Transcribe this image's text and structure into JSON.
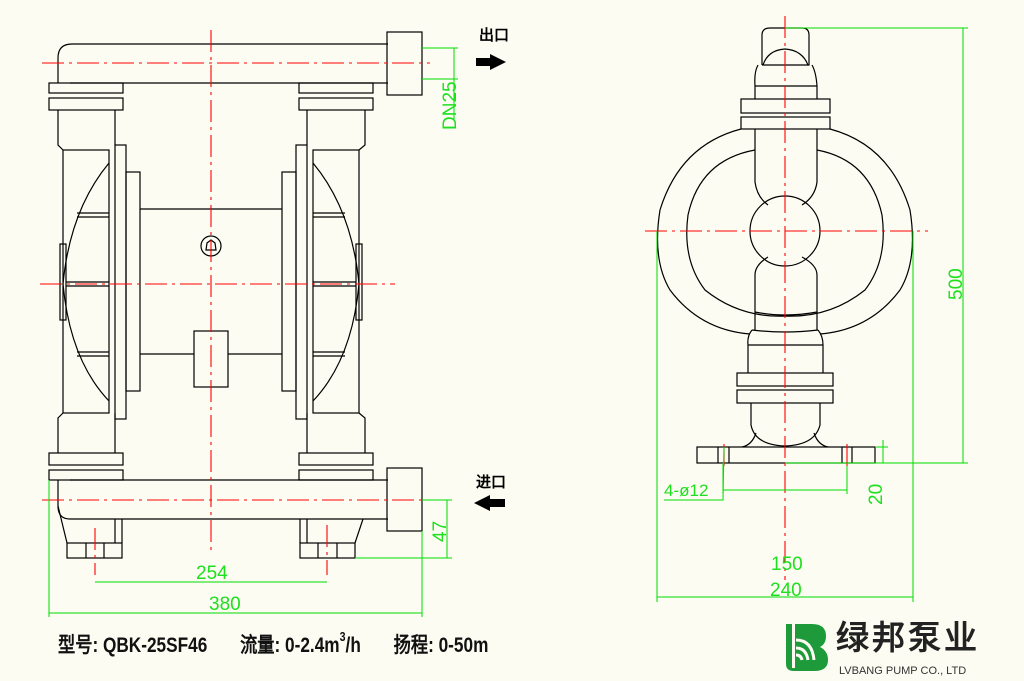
{
  "labels": {
    "outlet": "出口",
    "inlet": "进口"
  },
  "dimensions": {
    "dn": "DN25",
    "d254": "254",
    "d380": "380",
    "d47": "47",
    "d500": "500",
    "d20": "20",
    "d150": "150",
    "d240": "240",
    "holes": "4-ø12"
  },
  "spec": {
    "model": "型号: QBK-25SF46",
    "flow_prefix": "流量: 0-2.4m",
    "flow_sup": "3",
    "flow_suffix": "/h",
    "head": "扬程: 0-50m"
  },
  "brand": {
    "name_cn": "绿邦泵业",
    "name_en": "LVBANG PUMP CO., LTD"
  },
  "colors": {
    "outline": "#000000",
    "centerline": "#ff0000",
    "dimension": "#00dd00",
    "logo": "#1e9a3a",
    "background": "#fcfcf2"
  }
}
